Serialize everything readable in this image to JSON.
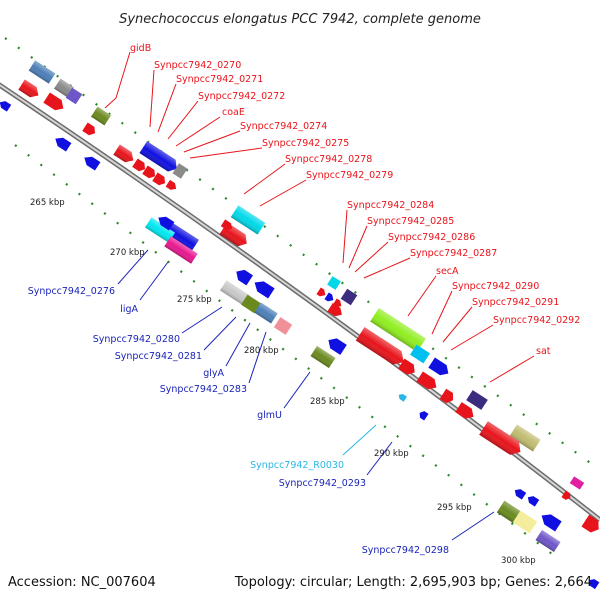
{
  "title": "Synechococcus elongatus PCC 7942, complete genome",
  "accession": "Accession: NC_007604",
  "topology": "Topology: circular; Length: 2,695,903 bp; Genes: 2,664",
  "colors": {
    "forward_label": "#e8141b",
    "reverse_label": "#1a24b8",
    "rna_label": "#2cb6e6",
    "backbone": "#8c8c8c",
    "tick": "#2a8a2a"
  },
  "kbp_ticks": [
    "265 kbp",
    "270 kbp",
    "275 kbp",
    "280 kbp",
    "285 kbp",
    "290 kbp",
    "295 kbp",
    "300 kbp"
  ],
  "labels_top": [
    "gidB",
    "Synpcc7942_0270",
    "Synpcc7942_0271",
    "Synpcc7942_0272",
    "coaE",
    "Synpcc7942_0274",
    "Synpcc7942_0275",
    "Synpcc7942_0278",
    "Synpcc7942_0279",
    "Synpcc7942_0284",
    "Synpcc7942_0285",
    "Synpcc7942_0286",
    "Synpcc7942_0287",
    "secA",
    "Synpcc7942_0290",
    "Synpcc7942_0291",
    "Synpcc7942_0292",
    "sat"
  ],
  "labels_bottom": [
    "Synpcc7942_0276",
    "ligA",
    "Synpcc7942_0280",
    "Synpcc7942_0281",
    "glyA",
    "Synpcc7942_0283",
    "glmU",
    "Synpcc7942_R0030",
    "Synpcc7942_0293",
    "Synpcc7942_0298"
  ]
}
